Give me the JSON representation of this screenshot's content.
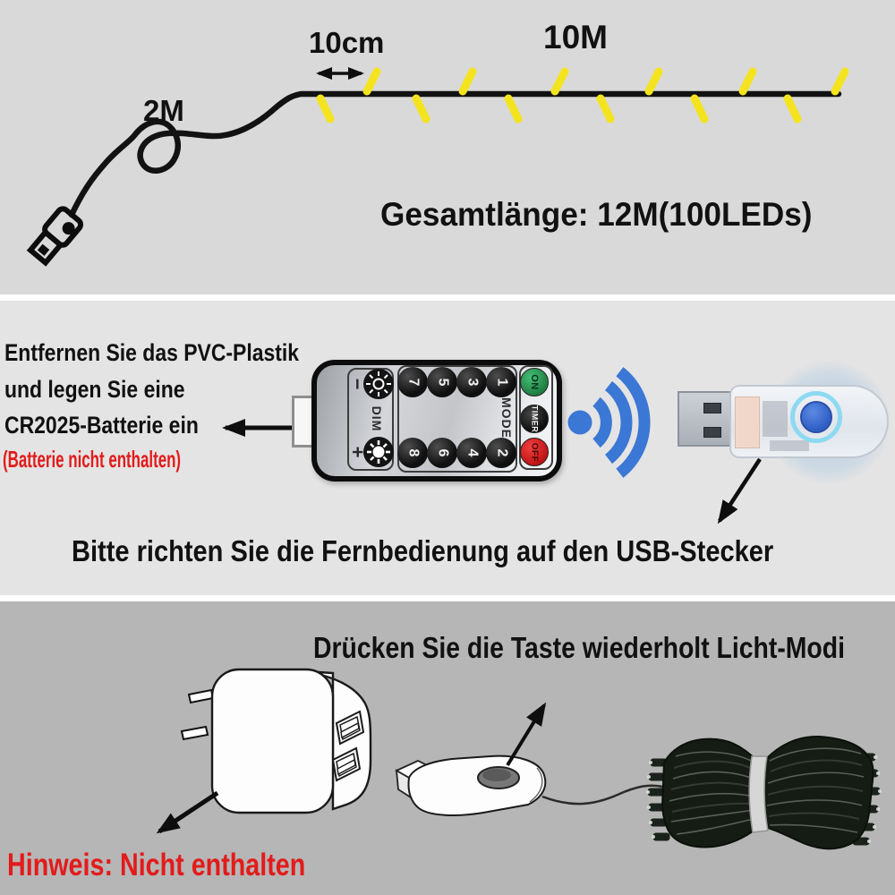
{
  "colors": {
    "top_bg": "#d9d9d9",
    "middle_bg": "#e4e4e4",
    "bottom_bg": "#b6b6b6",
    "led_yellow": "#f4e41f",
    "wifi_blue": "#3b77d4",
    "warning_red": "#e31b1b",
    "on_green": "#2f9e58",
    "off_red": "#dc1f1f"
  },
  "top": {
    "spacing_label": "10cm",
    "run_label": "10M",
    "lead_label": "2M",
    "total_label": "Gesamtlänge: 12M(100LEDs)"
  },
  "middle": {
    "instruction_line1": "Entfernen Sie das PVC-Plastik",
    "instruction_line2": "und legen Sie eine",
    "instruction_line3": "CR2025-Batterie ein",
    "battery_note": "(Batterie nicht enthalten)",
    "caption": "Bitte richten Sie die Fernbedienung auf den USB-Stecker",
    "remote": {
      "minus_label": "−",
      "plus_label": "+",
      "dim_label": "DIM",
      "mode_label": "MODE",
      "number_buttons_top": [
        "7",
        "5",
        "3",
        "1"
      ],
      "number_buttons_bottom": [
        "8",
        "6",
        "4",
        "2"
      ],
      "on_label": "ON",
      "timer_label": "TIMER",
      "off_label": "OFF"
    }
  },
  "bottom": {
    "caption": "Drücken Sie die Taste wiederholt Licht-Modi",
    "note": "Hinweis: Nicht enthalten"
  }
}
